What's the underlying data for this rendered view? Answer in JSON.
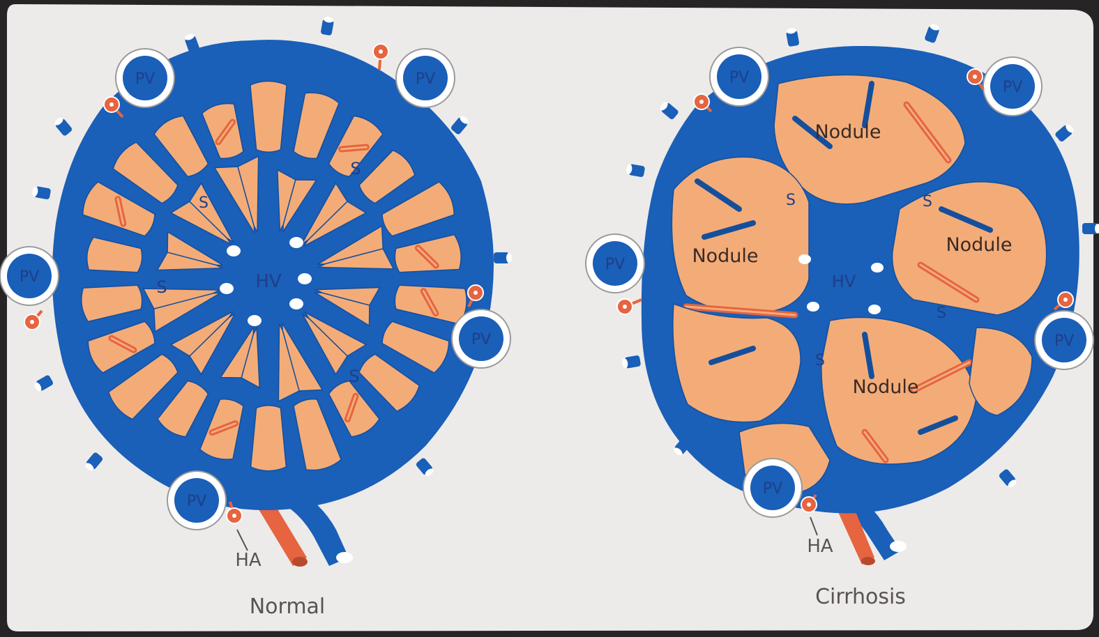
{
  "colors": {
    "panel": "#ecebea",
    "vein": "#1a5fb8",
    "vein_dark": "#154f9c",
    "tissue": "#f3ac78",
    "artery": "#e6643f",
    "artery_dark": "#b84a2c",
    "label_on_vein": "#1e3f88",
    "label_on_tissue": "#3a2a25",
    "caption": "#5a5252",
    "frame": "#262424"
  },
  "panels": {
    "normal": {
      "caption": "Normal",
      "central_vein_label": "HV",
      "portal_vein_label": "PV",
      "artery_label": "HA",
      "sinusoid_label": "S"
    },
    "cirrhosis": {
      "caption": "Cirrhosis",
      "central_vein_label": "HV",
      "portal_vein_label": "PV",
      "artery_label": "HA",
      "sinusoid_label": "S",
      "nodule_label": "Nodule"
    }
  }
}
